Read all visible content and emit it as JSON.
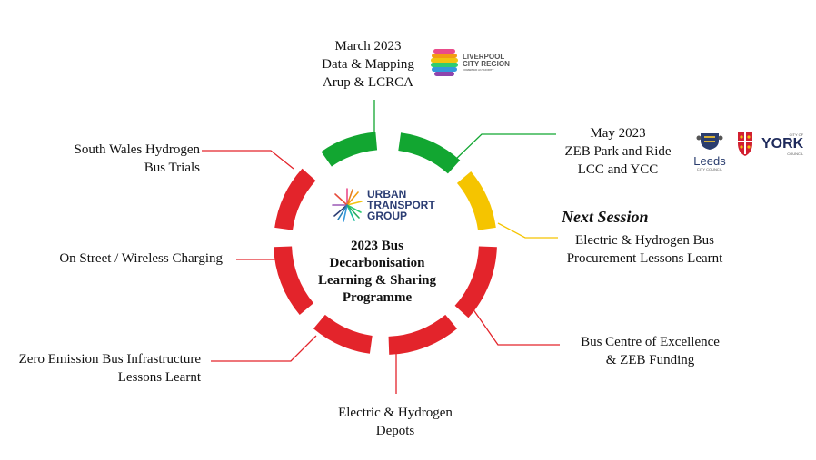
{
  "center": {
    "title_lines": [
      "2023 Bus",
      "Decarbonisation",
      "Learning & Sharing",
      "Programme"
    ],
    "logo": {
      "lines": [
        "URBAN",
        "TRANSPORT",
        "GROUP"
      ]
    }
  },
  "colors": {
    "green": "#12a631",
    "yellow": "#f5c400",
    "red": "#e3242b"
  },
  "sessions": [
    {
      "id": "march",
      "lines": [
        "March 2023",
        "Data & Mapping",
        "Arup & LCRCA"
      ],
      "status": "green"
    },
    {
      "id": "may",
      "lines": [
        "May 2023",
        "ZEB Park and Ride",
        "LCC and YCC"
      ],
      "status": "green"
    },
    {
      "id": "next",
      "heading": "Next Session",
      "lines": [
        "Electric & Hydrogen Bus",
        "Procurement Lessons Learnt"
      ],
      "status": "yellow"
    },
    {
      "id": "excellence",
      "lines": [
        "Bus Centre of Excellence",
        "& ZEB Funding"
      ],
      "status": "red"
    },
    {
      "id": "depots",
      "lines": [
        "Electric & Hydrogen",
        "Depots"
      ],
      "status": "red"
    },
    {
      "id": "infrastructure",
      "lines": [
        "Zero Emission Bus Infrastructure",
        "Lessons Learnt"
      ],
      "status": "red"
    },
    {
      "id": "charging",
      "lines": [
        "On Street / Wireless Charging"
      ],
      "status": "red"
    },
    {
      "id": "wales",
      "lines": [
        "South Wales Hydrogen",
        "Bus Trials"
      ],
      "status": "red"
    }
  ],
  "logos": {
    "lcr": {
      "lines": [
        "LIVERPOOL",
        "CITY REGION"
      ],
      "small": "COMBINED AUTHORITY"
    },
    "leeds": {
      "text": "Leeds",
      "small": "CITY COUNCIL"
    },
    "york": {
      "small_top": "CITY OF",
      "text": "YORK",
      "small_bottom": "COUNCIL"
    }
  }
}
